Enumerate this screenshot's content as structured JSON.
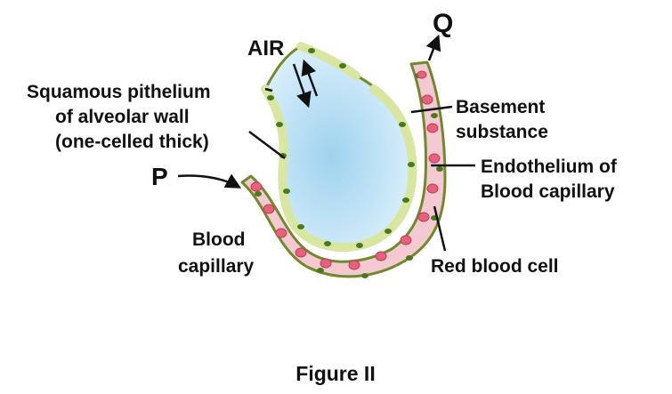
{
  "labels": {
    "air": "AIR",
    "q": "Q",
    "p": "P",
    "squamous_line1": "Squamous pithelium",
    "squamous_line2": "of alveolar wall",
    "squamous_line3": "(one-celled thick)",
    "basement_line1": "Basement",
    "basement_line2": "substance",
    "endothelium_line1": "Endothelium of",
    "endothelium_line2": "Blood capillary",
    "blood_line1": "Blood",
    "blood_line2": "capillary",
    "rbc": "Red blood cell"
  },
  "caption": "Figure II",
  "colors": {
    "alveolus_fill": "#bfe3f6",
    "alveolus_edge": "#e9f6fd",
    "capillary_fill": "#f4c9d2",
    "wall_cell": "#d9e6a0",
    "wall_outline": "#6f8a2a",
    "rbc_fill": "#e8607a",
    "nucleus": "#4a7a1e",
    "text": "#111111"
  }
}
